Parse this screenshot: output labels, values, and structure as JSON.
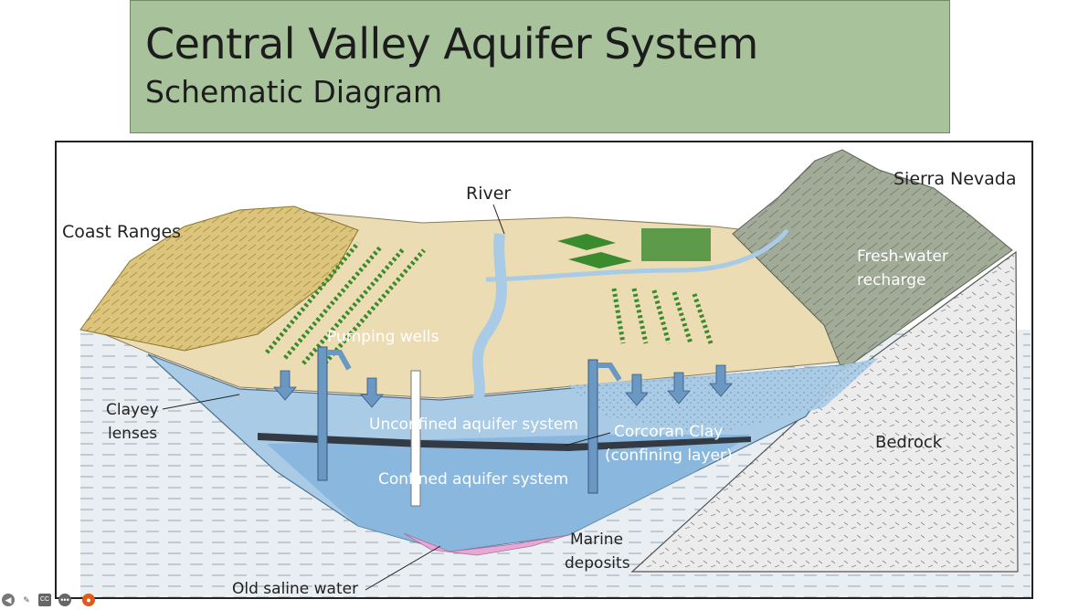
{
  "slide": {
    "title": "Central Valley Aquifer System",
    "subtitle": "Schematic Diagram"
  },
  "diagram": {
    "labels": {
      "river": "River",
      "coast_ranges": "Coast Ranges",
      "sierra_nevada": "Sierra Nevada",
      "fresh_water_recharge_1": "Fresh-water",
      "fresh_water_recharge_2": "recharge",
      "pumping_wells": "Pumping wells",
      "clayey_lenses_1": "Clayey",
      "clayey_lenses_2": "lenses",
      "unconfined": "Unconfined aquifer system",
      "corcoran_1": "Corcoran Clay",
      "corcoran_2": "(confining layer)",
      "confined": "Confined aquifer system",
      "bedrock": "Bedrock",
      "marine_1": "Marine",
      "marine_2": "deposits",
      "old_saline": "Old saline water"
    },
    "colors": {
      "water": "#a9cbe6",
      "water_deep": "#7fb0d9",
      "land_surface": "#e8d7ae",
      "hills": "#d9c27a",
      "mountains": "#9aa392",
      "bedrock": "#e4e4e4",
      "saline": "#e6a8d4",
      "crops": "#3a8a2e"
    }
  },
  "player_controls": {
    "icons": [
      "back-icon",
      "pen-icon",
      "captions-icon",
      "more-icon",
      "record-icon"
    ],
    "cc_label": "CC"
  }
}
